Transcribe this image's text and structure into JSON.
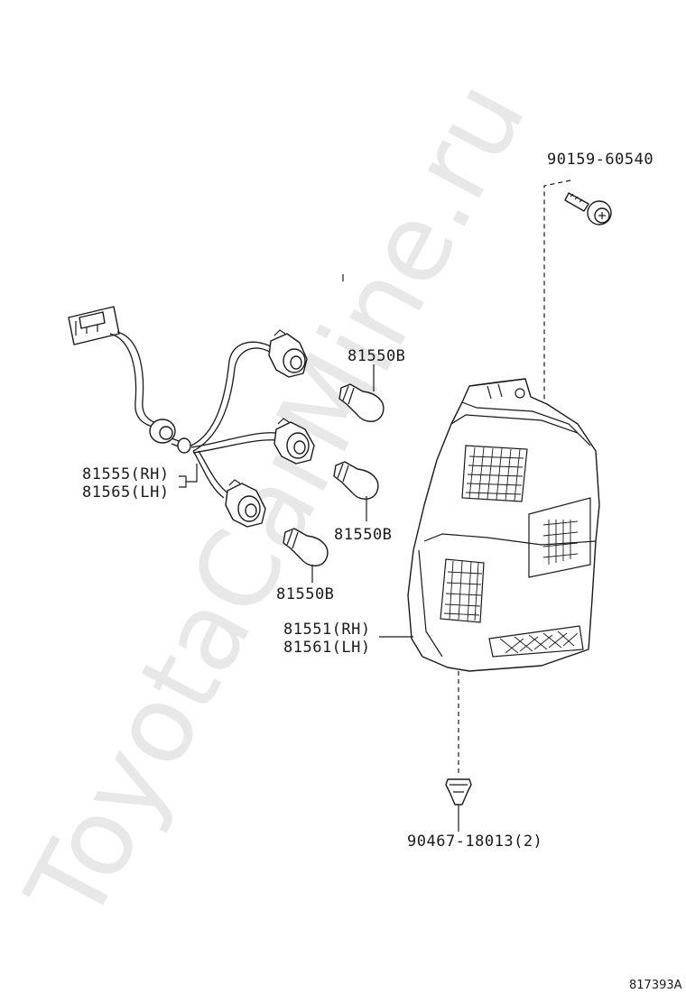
{
  "watermark": "ToyotaCarMine.ru",
  "diagram_id": "817393A",
  "labels": {
    "screw": "90159-60540",
    "bulb_top": "81550B",
    "bulb_mid": "81550B",
    "bulb_low": "81550B",
    "socket_rh": "81555(RH)",
    "socket_lh": "81565(LH)",
    "lamp_rh": "81551(RH)",
    "lamp_lh": "81561(LH)",
    "clip": "90467-18013(2)"
  }
}
